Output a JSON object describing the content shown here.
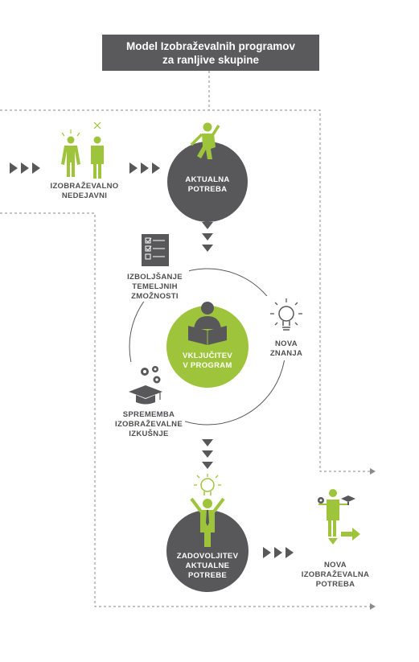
{
  "title": {
    "line1": "Model Izobraževalnih programov",
    "line2": "za ranljive skupine"
  },
  "nodes": {
    "inactive": [
      "IZOBRAŽEVALNO",
      "NEDEJAVNI"
    ],
    "current_need": [
      "AKTUALNA",
      "POTREBA"
    ],
    "basic_skills": [
      "IZBOLJŠANJE",
      "TEMELJNIH",
      "ZMOŽNOSTI"
    ],
    "inclusion": [
      "VKLJUČITEV",
      "V PROGRAM"
    ],
    "new_knowledge": [
      "NOVA",
      "ZNANJA"
    ],
    "experience_change": [
      "SPREMEMBA",
      "IZOBRAŽEVALNE",
      "IZKUŠNJE"
    ],
    "satisfaction": [
      "ZADOVOLJITEV",
      "AKTUALNE",
      "POTREBE"
    ],
    "new_need": [
      "NOVA",
      "IZOBRAŽEVALNA",
      "POTREBA"
    ]
  },
  "colors": {
    "green": "#9dc43a",
    "dark": "#58585b",
    "title_bg": "#5a5a5c",
    "text": "#4f4f52"
  }
}
